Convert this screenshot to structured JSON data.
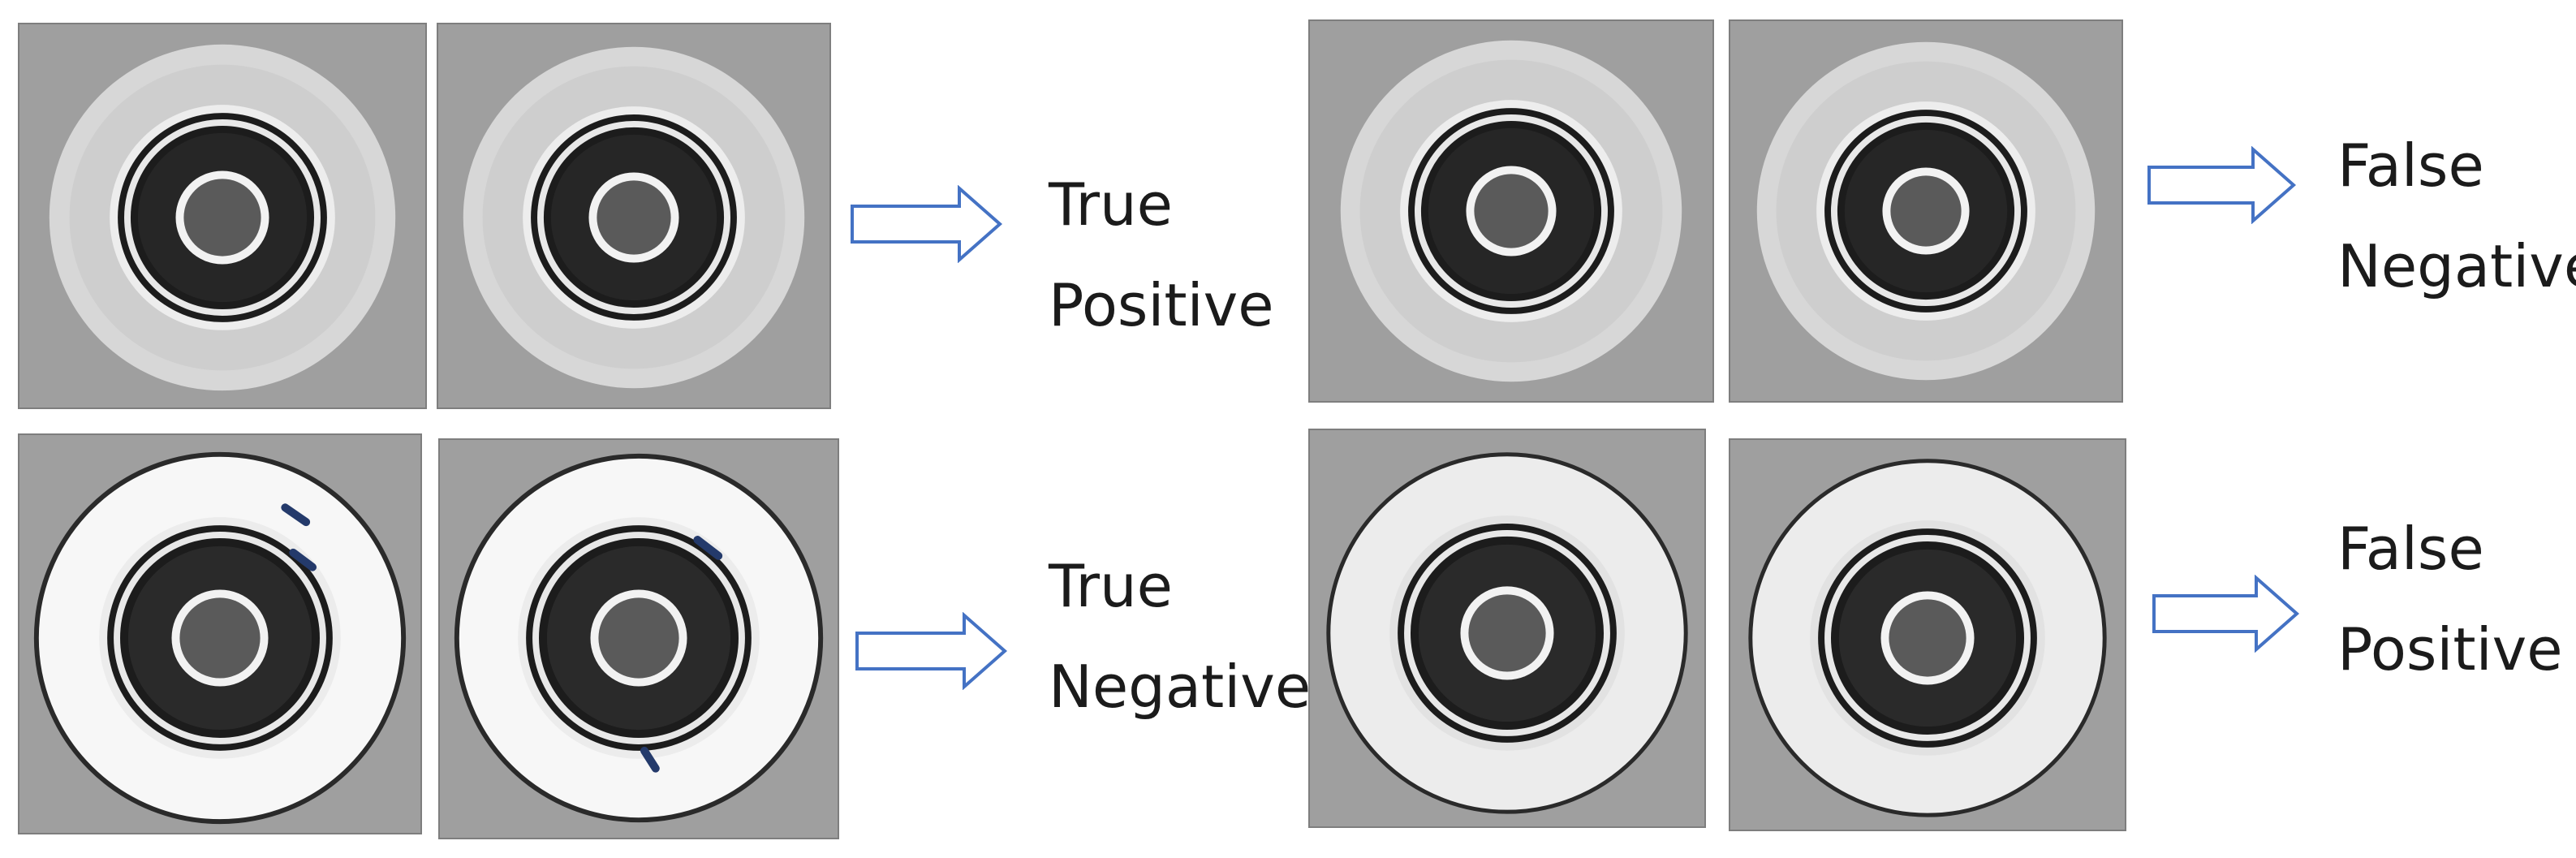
{
  "outcomes": [
    {
      "id": "true-positive",
      "line1": "True",
      "line2": "Positive"
    },
    {
      "id": "true-negative",
      "line1": "True",
      "line2": "Negative"
    },
    {
      "id": "false-negative",
      "line1": "False",
      "line2": "Negative"
    },
    {
      "id": "false-positive",
      "line1": "False",
      "line2": "Positive"
    }
  ],
  "colors": {
    "arrow_stroke": "#4472c4",
    "defect_marker": "#243a6b",
    "tile_background": "#9f9f9f"
  },
  "icons": {
    "arrow": "right-arrow-outline-icon",
    "part": "circular-washer-part-photo"
  }
}
